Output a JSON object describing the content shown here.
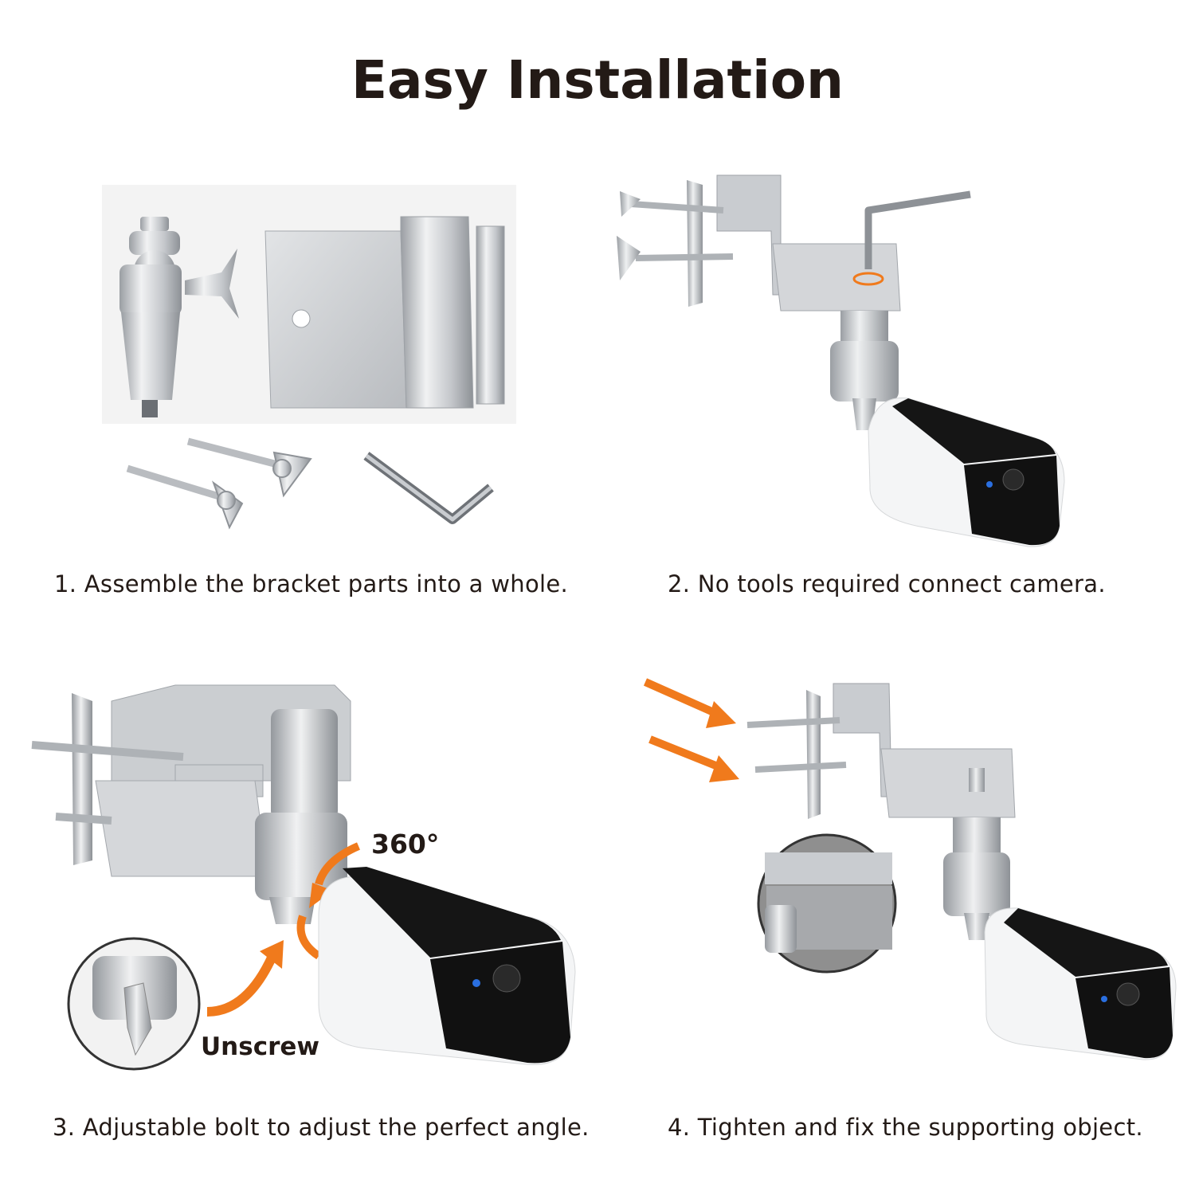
{
  "title": "Easy Installation",
  "steps": [
    {
      "caption": "1. Assemble the bracket parts into a whole."
    },
    {
      "caption": "2. No tools required connect camera."
    },
    {
      "caption": "3. Adjustable bolt to adjust the perfect angle."
    },
    {
      "caption": "4. Tighten and fix the supporting object."
    }
  ],
  "annotations": {
    "rotation": "360°",
    "unscrew": "Unscrew"
  },
  "colors": {
    "accent": "#f07a1c",
    "text": "#231a16",
    "metal": "#c8cbce",
    "camera_body": "#f4f5f6",
    "solar_panel": "#151515"
  },
  "icons": [
    "bracket-parts",
    "wing-screw",
    "hex-key",
    "camera",
    "rotate-arrow",
    "push-arrow"
  ]
}
